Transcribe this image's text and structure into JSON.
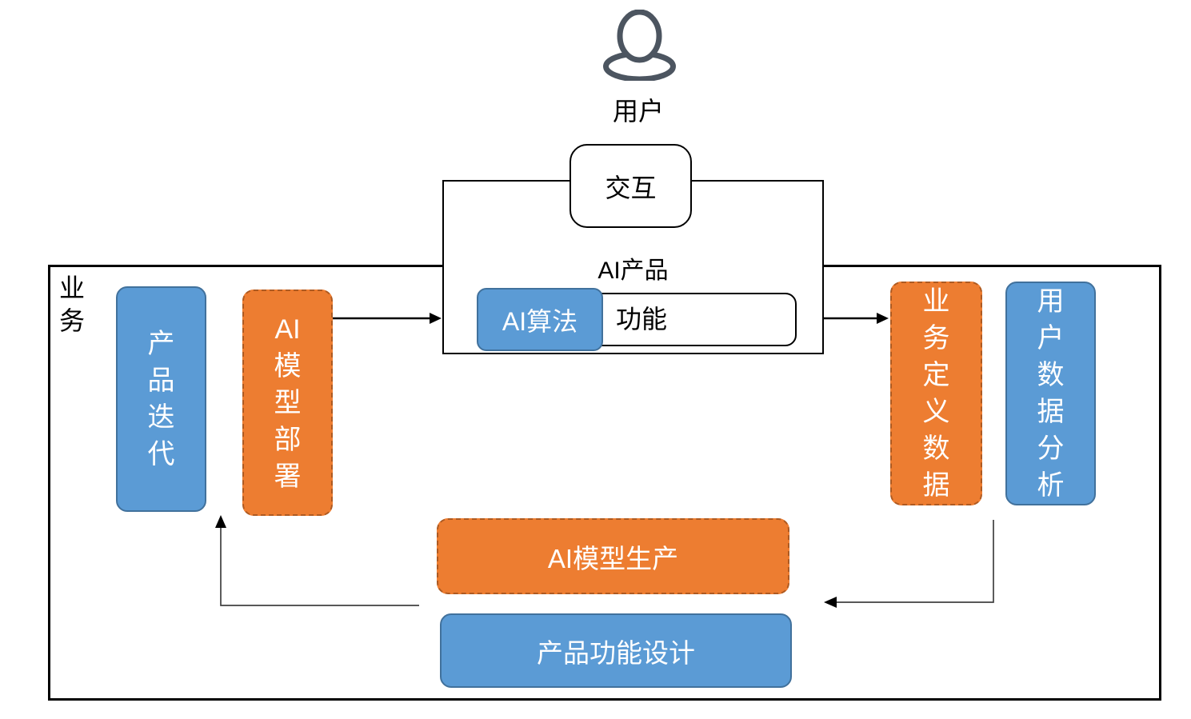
{
  "colors": {
    "blue_fill": "#5B9BD5",
    "blue_border": "#41719C",
    "orange_fill": "#ED7D31",
    "orange_border": "#AE5A21",
    "box_border": "#000000",
    "connector": "#404040",
    "arrowhead": "#000000",
    "icon": "#4C5560",
    "text_dark": "#000000",
    "text_light": "#FFFFFF"
  },
  "user": {
    "icon": "person-icon",
    "label": "用户"
  },
  "interaction": {
    "label": "交互"
  },
  "ai_product": {
    "label": "AI产品",
    "algorithm_label": "AI算法",
    "feature_label": "功能"
  },
  "outer_box": {
    "label": "业务",
    "label_lines": [
      "业",
      "务"
    ]
  },
  "nodes": {
    "product_iteration": {
      "label": "产品迭代",
      "lines": [
        "产",
        "品",
        "迭",
        "代"
      ],
      "style": "blue"
    },
    "model_deployment": {
      "label": "AI模型部署",
      "lines": [
        "AI",
        "模",
        "型",
        "部",
        "署"
      ],
      "style": "orange-dashed"
    },
    "business_defined_data": {
      "label": "业务定义数据",
      "lines": [
        "业",
        "务",
        "定",
        "义",
        "数",
        "据"
      ],
      "style": "orange-dashed"
    },
    "user_data_analysis": {
      "label": "用户数据分析",
      "lines": [
        "用",
        "户",
        "数",
        "据",
        "分",
        "析"
      ],
      "style": "blue"
    },
    "model_production": {
      "label": "AI模型生产",
      "style": "orange-dashed"
    },
    "function_design": {
      "label": "产品功能设计",
      "style": "blue"
    }
  },
  "connectors": [
    {
      "name": "model-deployment-to-ai-product",
      "type": "straight-arrow",
      "direction": "right"
    },
    {
      "name": "ai-product-to-business-data",
      "type": "straight-arrow",
      "direction": "right"
    },
    {
      "name": "user-data-analysis-to-model-production",
      "type": "elbow-arrow",
      "direction": "down-left"
    },
    {
      "name": "model-production-to-product-iteration",
      "type": "elbow-arrow",
      "direction": "left-up"
    }
  ]
}
